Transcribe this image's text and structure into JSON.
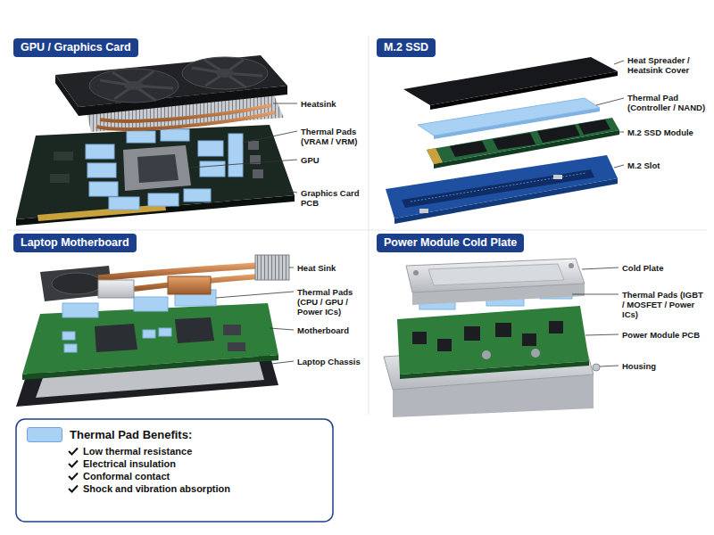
{
  "diagram": {
    "nodes": [
      {
        "text": [
          "GPU / Graphics Card"
        ]
      },
      {
        "text": [
          "M.2 SSD"
        ]
      },
      {
        "text": [
          "Laptop Motherboard"
        ]
      },
      {
        "text": [
          "Power Module Cold Plate"
        ]
      }
    ],
    "labels": [
      "Heatsink",
      "Thermal Pads (VRAM / VRM)",
      "GPU",
      "Graphics Card PCB",
      "Heat Spreader / Heatsink Cover",
      "Thermal Pad (Controller / NAND)",
      "M.2 SSD Module",
      "M.2 Slot",
      "Heat Sink",
      "Thermal Pads (CPU / GPU / Power ICs)",
      "Motherboard",
      "Laptop Chassis",
      "Cold Plate",
      "Thermal Pads (IGBT / MOSFET / Power ICs)",
      "Power Module PCB",
      "Housing",
      "Low thermal resistance",
      "Electrical insulation",
      "Conformal contact",
      "Shock and vibration absorption"
    ],
    "legend": [
      {
        "text": "Thermal Pad Benefits:",
        "color": "#a9d1f4"
      }
    ]
  }
}
